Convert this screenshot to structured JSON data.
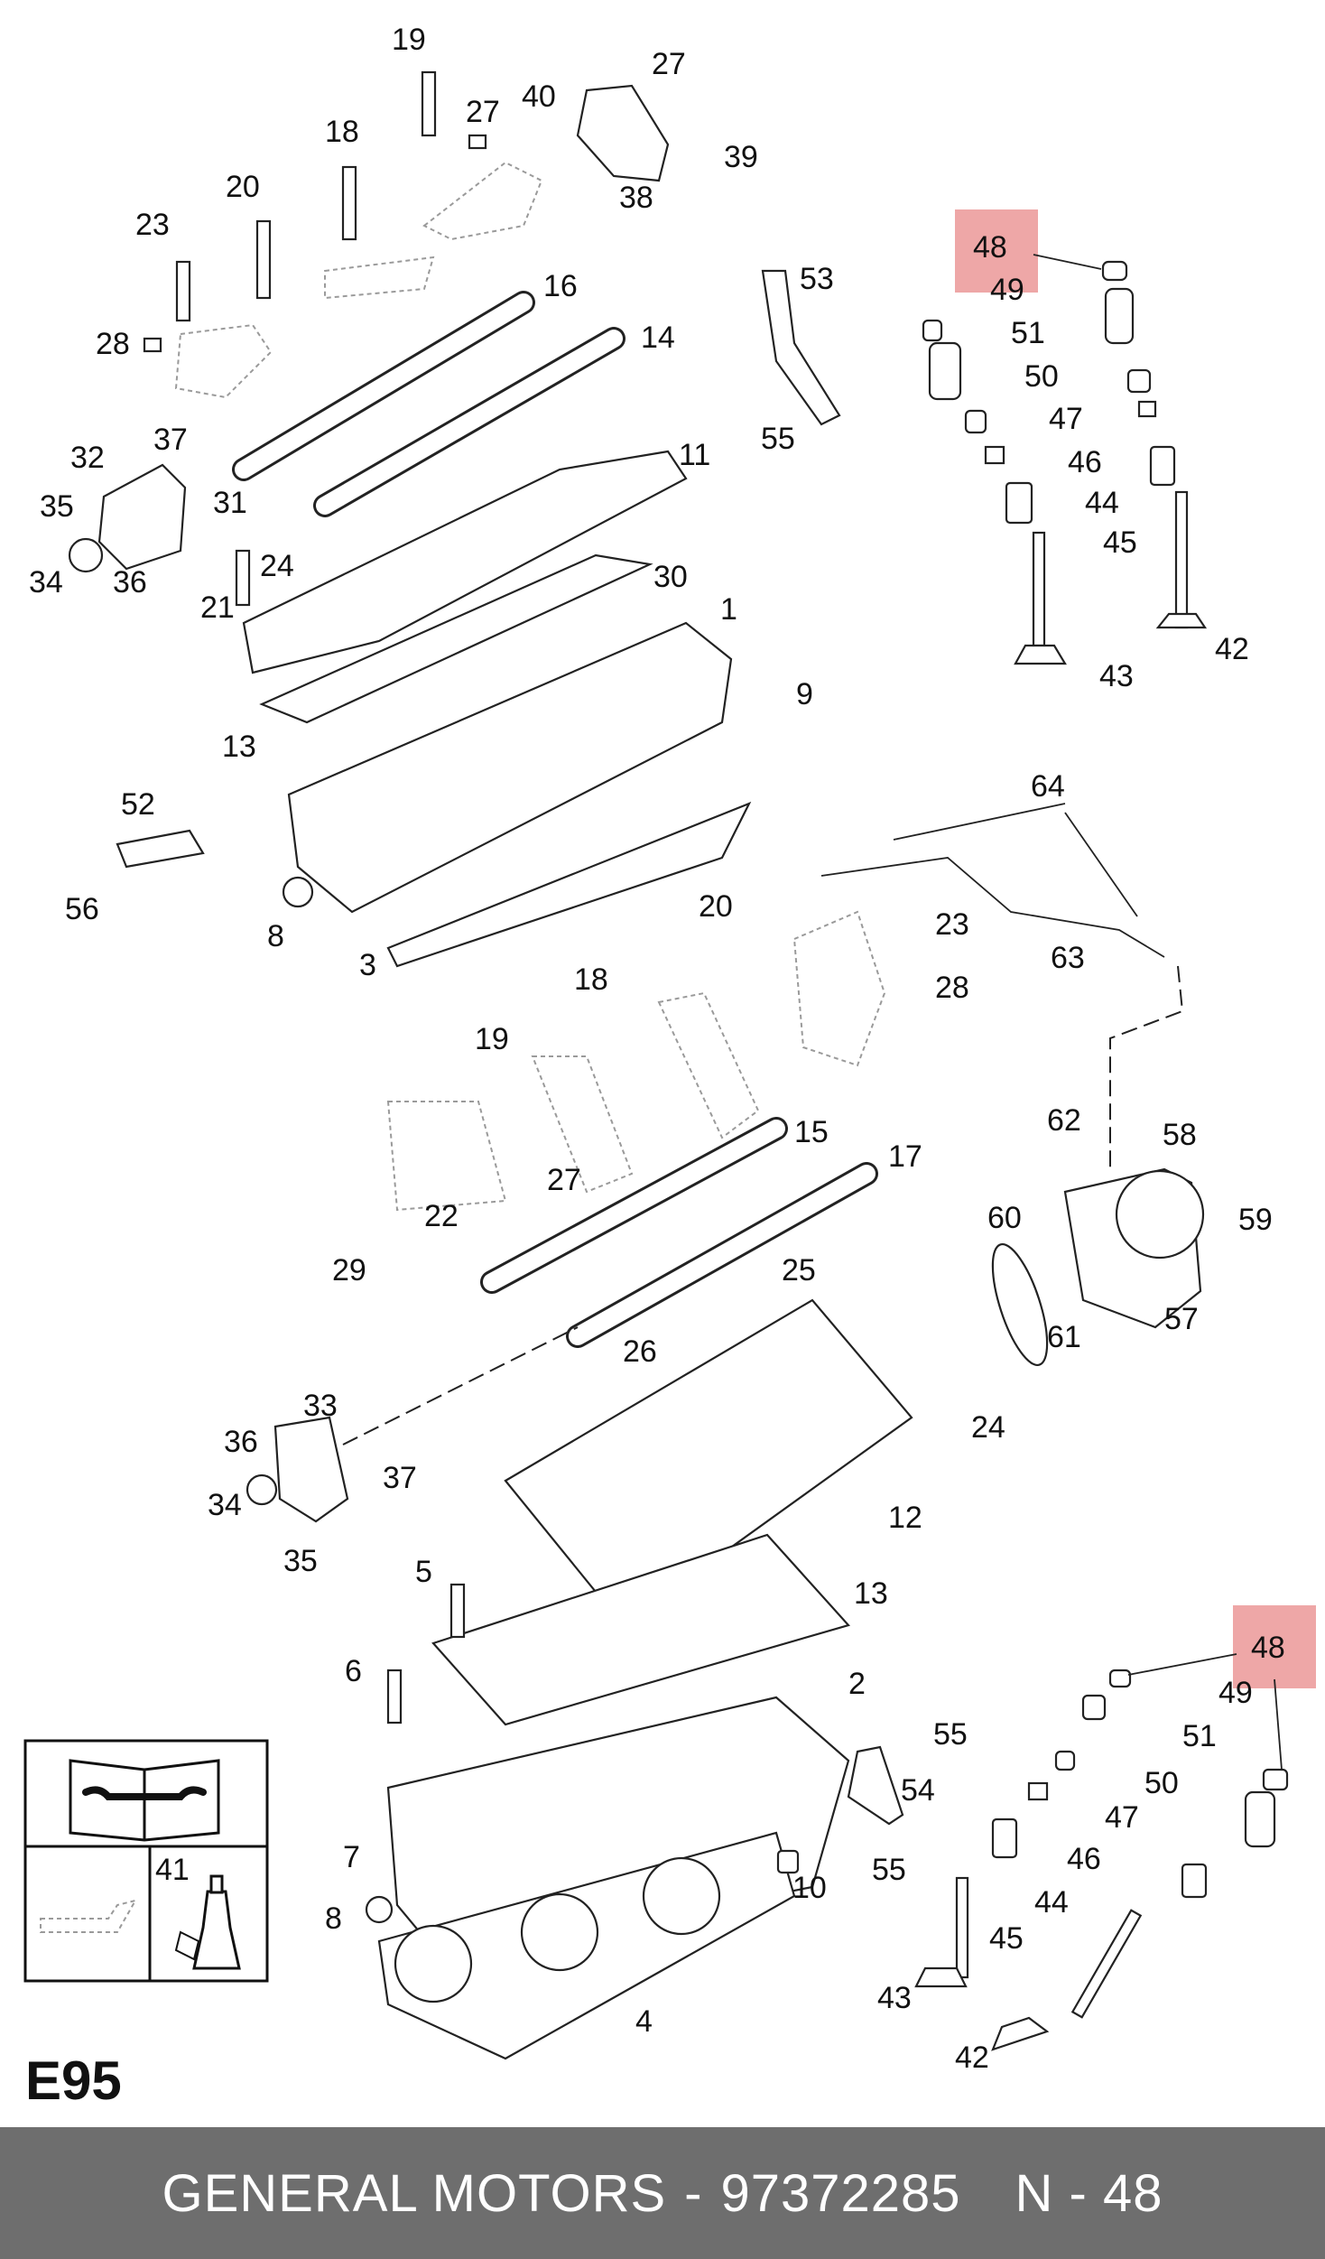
{
  "section_code": "E95",
  "footer": {
    "manufacturer": "GENERAL MOTORS",
    "separator": "-",
    "part_number": "97372285",
    "position_label": "N - 48"
  },
  "highlight_color": "#e88a8a",
  "legend_box": {
    "detail_number": "41",
    "icons": [
      "manual-book-wrench-icon",
      "oil-can-icon",
      "sealant-tube-icon"
    ]
  },
  "callouts": [
    {
      "id": "c19a",
      "text": "19"
    },
    {
      "id": "c27a",
      "text": "27"
    },
    {
      "id": "c40",
      "text": "40"
    },
    {
      "id": "c27b",
      "text": "27"
    },
    {
      "id": "c18a",
      "text": "18"
    },
    {
      "id": "c39",
      "text": "39"
    },
    {
      "id": "c38",
      "text": "38"
    },
    {
      "id": "c20a",
      "text": "20"
    },
    {
      "id": "c23a",
      "text": "23"
    },
    {
      "id": "c16",
      "text": "16"
    },
    {
      "id": "c53",
      "text": "53"
    },
    {
      "id": "c48a",
      "text": "48"
    },
    {
      "id": "c49a",
      "text": "49"
    },
    {
      "id": "c14",
      "text": "14"
    },
    {
      "id": "c28a",
      "text": "28"
    },
    {
      "id": "c51a",
      "text": "51"
    },
    {
      "id": "c50a",
      "text": "50"
    },
    {
      "id": "c37a",
      "text": "37"
    },
    {
      "id": "c32",
      "text": "32"
    },
    {
      "id": "c55a",
      "text": "55"
    },
    {
      "id": "c47a",
      "text": "47"
    },
    {
      "id": "c11",
      "text": "11"
    },
    {
      "id": "c46a",
      "text": "46"
    },
    {
      "id": "c35a",
      "text": "35"
    },
    {
      "id": "c31",
      "text": "31"
    },
    {
      "id": "c44a",
      "text": "44"
    },
    {
      "id": "c24a",
      "text": "24"
    },
    {
      "id": "c45a",
      "text": "45"
    },
    {
      "id": "c34a",
      "text": "34"
    },
    {
      "id": "c36a",
      "text": "36"
    },
    {
      "id": "c30",
      "text": "30"
    },
    {
      "id": "c21",
      "text": "21"
    },
    {
      "id": "c1",
      "text": "1"
    },
    {
      "id": "c42a",
      "text": "42"
    },
    {
      "id": "c43a",
      "text": "43"
    },
    {
      "id": "c9",
      "text": "9"
    },
    {
      "id": "c13a",
      "text": "13"
    },
    {
      "id": "c52",
      "text": "52"
    },
    {
      "id": "c64",
      "text": "64"
    },
    {
      "id": "c56",
      "text": "56"
    },
    {
      "id": "c20b",
      "text": "20"
    },
    {
      "id": "c23b",
      "text": "23"
    },
    {
      "id": "c8a",
      "text": "8"
    },
    {
      "id": "c3",
      "text": "3"
    },
    {
      "id": "c63",
      "text": "63"
    },
    {
      "id": "c18b",
      "text": "18"
    },
    {
      "id": "c28b",
      "text": "28"
    },
    {
      "id": "c19b",
      "text": "19"
    },
    {
      "id": "c15",
      "text": "15"
    },
    {
      "id": "c62",
      "text": "62"
    },
    {
      "id": "c58",
      "text": "58"
    },
    {
      "id": "c27c",
      "text": "27"
    },
    {
      "id": "c17",
      "text": "17"
    },
    {
      "id": "c22",
      "text": "22"
    },
    {
      "id": "c60",
      "text": "60"
    },
    {
      "id": "c59",
      "text": "59"
    },
    {
      "id": "c29",
      "text": "29"
    },
    {
      "id": "c25",
      "text": "25"
    },
    {
      "id": "c57",
      "text": "57"
    },
    {
      "id": "c61",
      "text": "61"
    },
    {
      "id": "c26",
      "text": "26"
    },
    {
      "id": "c33",
      "text": "33"
    },
    {
      "id": "c24b",
      "text": "24"
    },
    {
      "id": "c36b",
      "text": "36"
    },
    {
      "id": "c37b",
      "text": "37"
    },
    {
      "id": "c12",
      "text": "12"
    },
    {
      "id": "c34b",
      "text": "34"
    },
    {
      "id": "c35b",
      "text": "35"
    },
    {
      "id": "c5",
      "text": "5"
    },
    {
      "id": "c13b",
      "text": "13"
    },
    {
      "id": "c48b",
      "text": "48"
    },
    {
      "id": "c6",
      "text": "6"
    },
    {
      "id": "c2",
      "text": "2"
    },
    {
      "id": "c49b",
      "text": "49"
    },
    {
      "id": "c55b",
      "text": "55"
    },
    {
      "id": "c51b",
      "text": "51"
    },
    {
      "id": "c54",
      "text": "54"
    },
    {
      "id": "c50b",
      "text": "50"
    },
    {
      "id": "c47b",
      "text": "47"
    },
    {
      "id": "c7",
      "text": "7"
    },
    {
      "id": "c55c",
      "text": "55"
    },
    {
      "id": "c10",
      "text": "10"
    },
    {
      "id": "c46b",
      "text": "46"
    },
    {
      "id": "c8b",
      "text": "8"
    },
    {
      "id": "c44b",
      "text": "44"
    },
    {
      "id": "c45b",
      "text": "45"
    },
    {
      "id": "c4",
      "text": "4"
    },
    {
      "id": "c43b",
      "text": "43"
    },
    {
      "id": "c42b",
      "text": "42"
    }
  ]
}
